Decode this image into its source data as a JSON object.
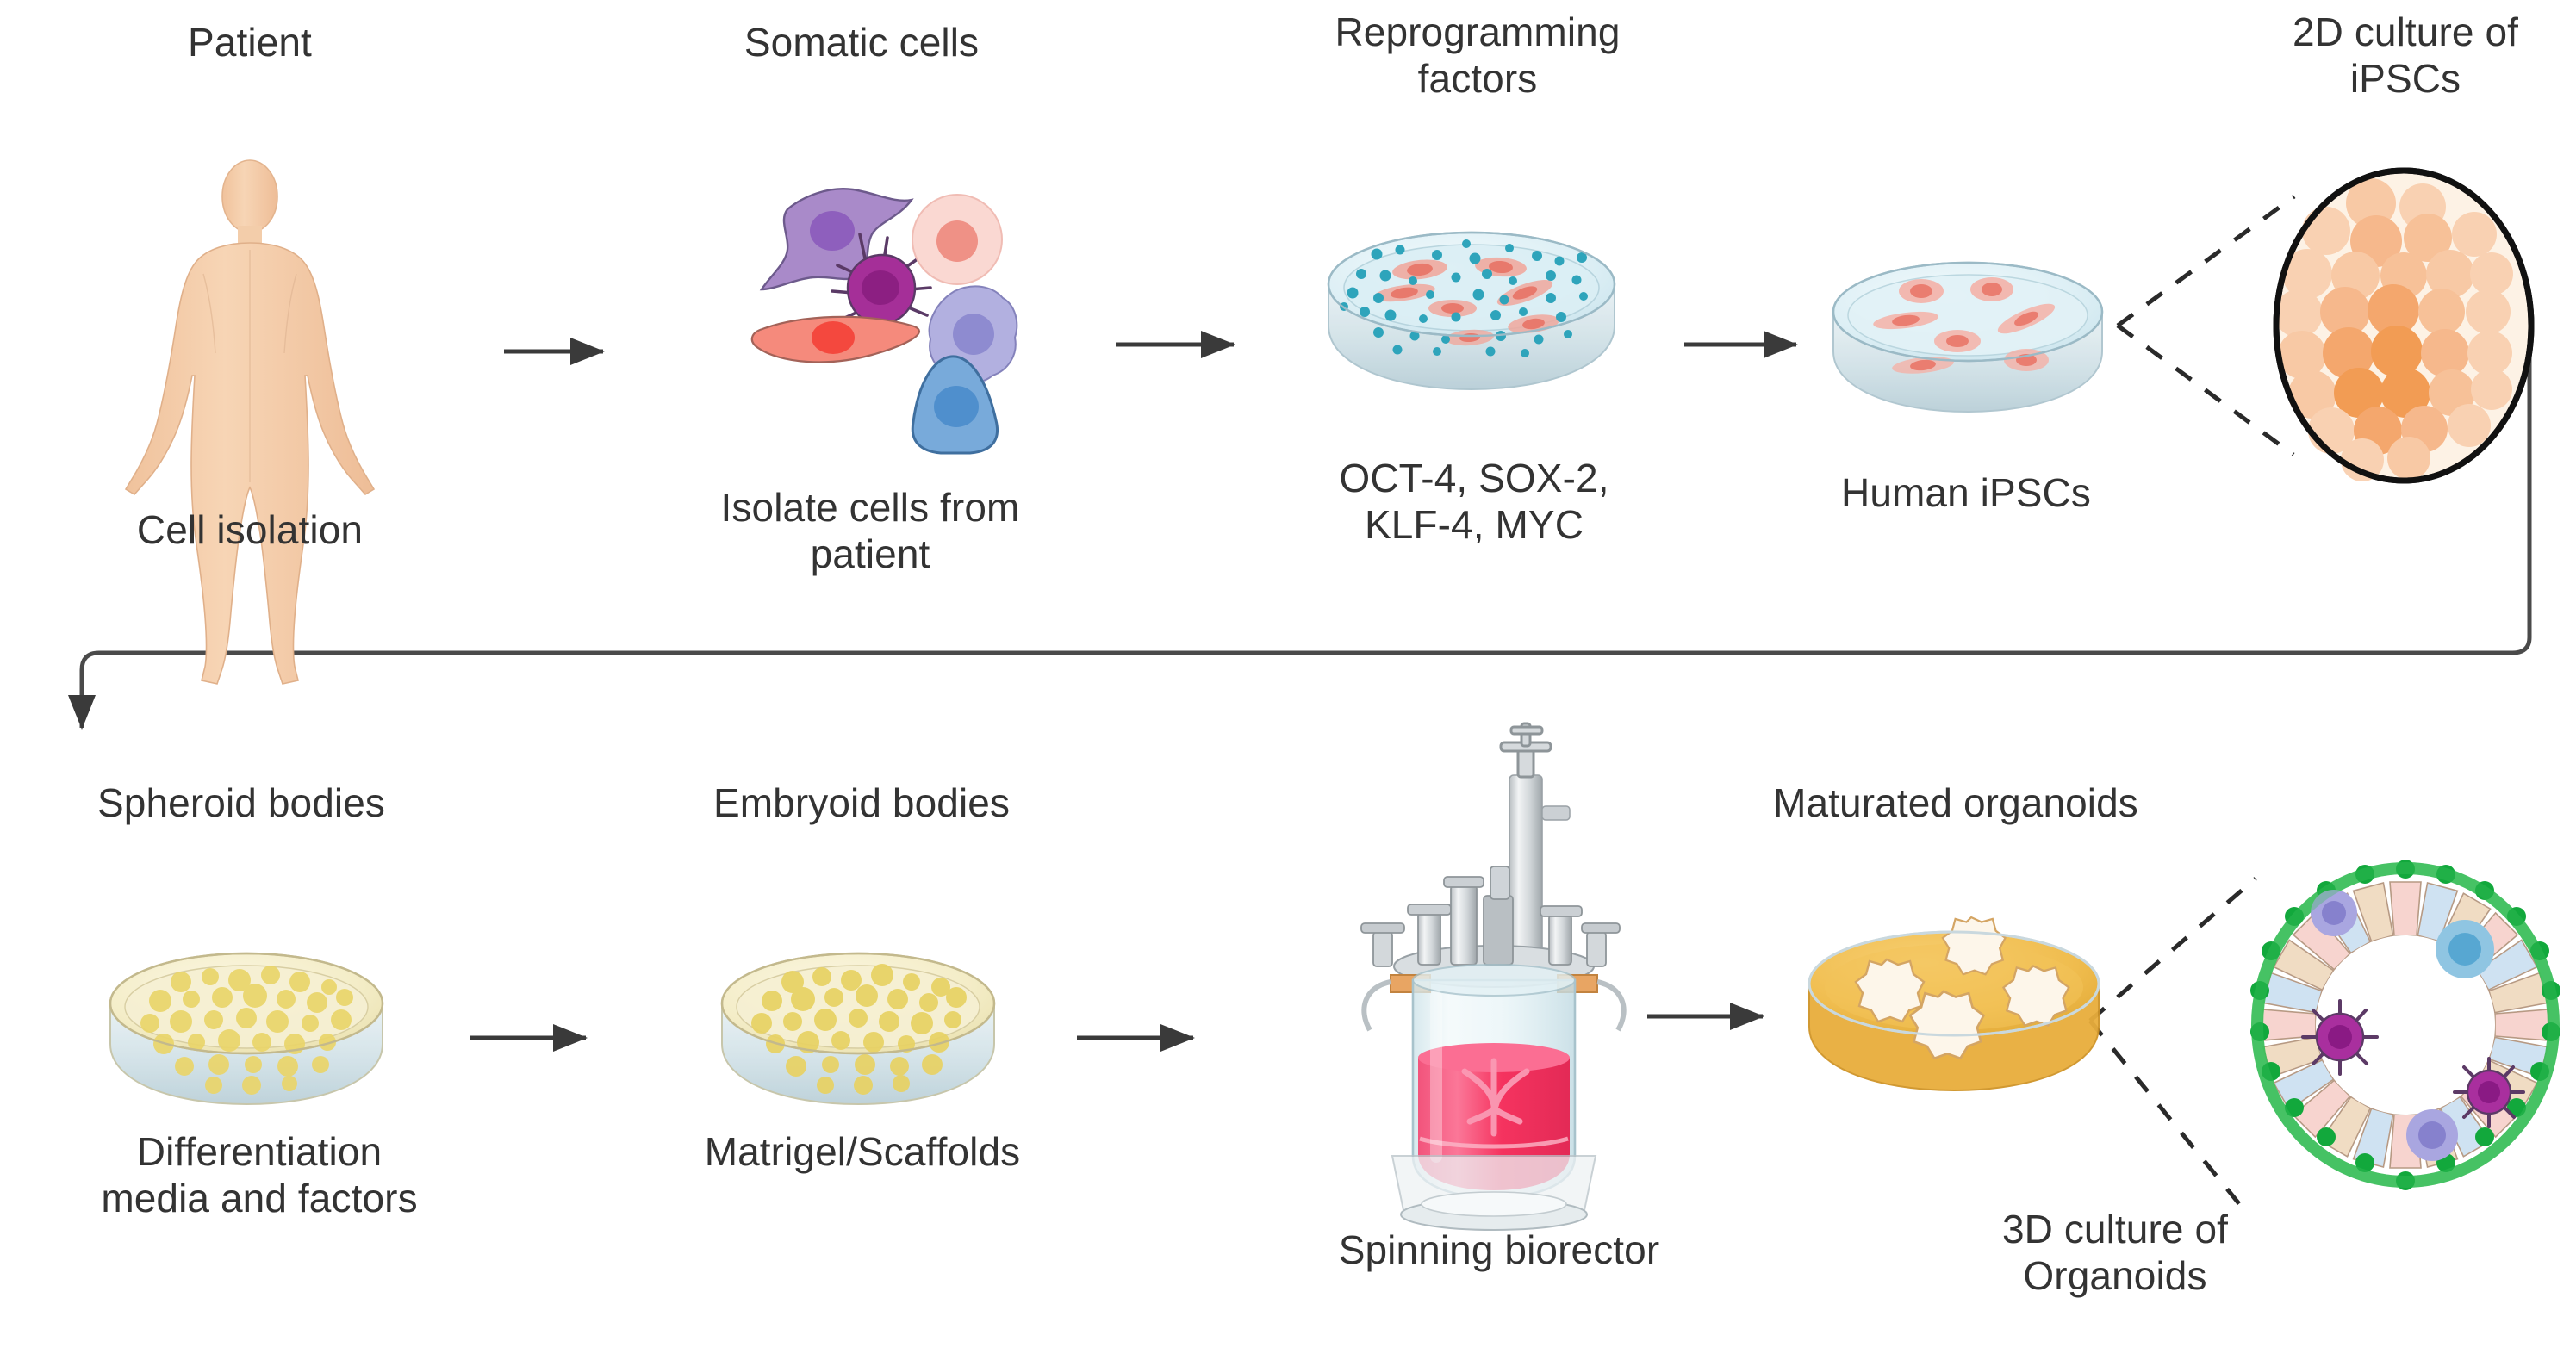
{
  "figure": {
    "title": "iPSC derivation and organoid generation workflow",
    "background": "#ffffff",
    "text_color": "#333333"
  },
  "chart_data": {
    "type": "diagram",
    "title": "iPSC derivation and organoid generation workflow",
    "flow_direction": "left-to-right, two rows with serpentine connector",
    "stages": [
      {
        "order": 1,
        "id": "patient",
        "top_label": "Patient",
        "bottom_label": "Cell isolation",
        "row": "top"
      },
      {
        "order": 2,
        "id": "somatic-cells",
        "top_label": "Somatic cells",
        "bottom_label": "Isolate cells from\npatient",
        "row": "top"
      },
      {
        "order": 3,
        "id": "reprogramming",
        "top_label": "Reprogramming\nfactors",
        "bottom_label": "OCT-4, SOX-2,\nKLF-4, MYC",
        "row": "top"
      },
      {
        "order": 4,
        "id": "human-ipscs",
        "top_label": "",
        "bottom_label": "Human iPSCs",
        "row": "top"
      },
      {
        "order": 5,
        "id": "ipsc-colony",
        "top_label": "2D culture of\niPSCs",
        "bottom_label": "",
        "row": "top"
      },
      {
        "order": 6,
        "id": "spheroid-bodies",
        "top_label": "Spheroid bodies",
        "bottom_label": "Differentiation\nmedia and factors",
        "row": "bottom"
      },
      {
        "order": 7,
        "id": "embryoid-bodies",
        "top_label": "Embryoid bodies",
        "bottom_label": "Matrigel/Scaffolds",
        "row": "bottom"
      },
      {
        "order": 8,
        "id": "bioreactor",
        "top_label": "",
        "bottom_label": "Spinning biorector",
        "row": "bottom"
      },
      {
        "order": 9,
        "id": "maturated-organoids",
        "top_label": "Maturated organoids",
        "bottom_label": "",
        "row": "bottom"
      },
      {
        "order": 10,
        "id": "organoid-3d",
        "top_label": "",
        "bottom_label": "3D culture of\nOrganoids",
        "row": "bottom"
      }
    ],
    "reprogramming_factors": [
      "OCT-4",
      "SOX-2",
      "KLF-4",
      "MYC"
    ],
    "arrows": [
      {
        "from": "patient",
        "to": "somatic-cells",
        "style": "solid-arrow"
      },
      {
        "from": "somatic-cells",
        "to": "reprogramming",
        "style": "solid-arrow"
      },
      {
        "from": "reprogramming",
        "to": "human-ipscs",
        "style": "solid-arrow"
      },
      {
        "from": "human-ipscs",
        "to": "ipsc-colony",
        "style": "dashed-callout"
      },
      {
        "from": "ipsc-colony",
        "to": "spheroid-bodies",
        "style": "serpentine-connector"
      },
      {
        "from": "spheroid-bodies",
        "to": "embryoid-bodies",
        "style": "solid-arrow"
      },
      {
        "from": "embryoid-bodies",
        "to": "bioreactor",
        "style": "solid-arrow"
      },
      {
        "from": "bioreactor",
        "to": "maturated-organoids",
        "style": "solid-arrow"
      },
      {
        "from": "maturated-organoids",
        "to": "organoid-3d",
        "style": "dashed-callout"
      }
    ],
    "palette": {
      "skin": "#f5cdab",
      "dish_glass": "#c3d6dd",
      "dish_media_blue": "#dceef3",
      "dish_media_yellow": "#f4ecc6",
      "dish_media_amber": "#f0bd4f",
      "bioreactor_medium": "#f6426f",
      "ipsc_colony": "#f3a05a",
      "organoid_ring_green": "#2cb34a",
      "cell_purple": "#9b7cc4",
      "cell_magenta": "#a7329c",
      "cell_pink": "#f6cfc9",
      "cell_salmon": "#f4786a",
      "cell_lavender": "#a5a3dd",
      "cell_blue": "#6a9fd8",
      "factor_dot_teal": "#28a3b8",
      "arrow": "#3a3a3a"
    }
  },
  "labels": {
    "patient": "Patient",
    "cell_isolation": "Cell isolation",
    "somatic_cells": "Somatic cells",
    "isolate_cells": "Isolate cells from\npatient",
    "reprogramming_factors": "Reprogramming\nfactors",
    "factor_list": "OCT-4, SOX-2,\nKLF-4, MYC",
    "human_ipscs": "Human iPSCs",
    "two_d_culture": "2D culture of\niPSCs",
    "spheroid_bodies": "Spheroid bodies",
    "differentiation_media": "Differentiation\nmedia and factors",
    "embryoid_bodies": "Embryoid bodies",
    "matrigel_scaffolds": "Matrigel/Scaffolds",
    "spinning_bioreactor": "Spinning biorector",
    "maturated_organoids": "Maturated organoids",
    "three_d_culture": "3D culture of\nOrganoids"
  }
}
